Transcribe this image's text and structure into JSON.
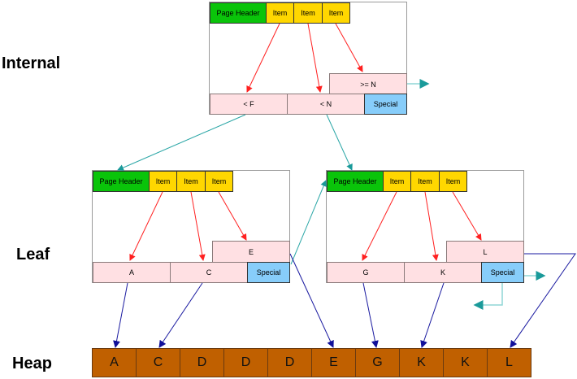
{
  "levels": {
    "internal": "Internal",
    "leaf": "Leaf",
    "heap": "Heap"
  },
  "colors": {
    "header": "#0ac40a",
    "item": "#ffd700",
    "tuple": "#ffe0e3",
    "special": "#87cdfa",
    "heap": "#c06000",
    "item_arrow": "#ff2020",
    "page_arrow": "#2aa6a6",
    "heap_arrow": "#1a1aa0"
  },
  "internal_page": {
    "header": "Page Header",
    "items": [
      "Item",
      "Item",
      "Item"
    ],
    "tuples": [
      "< F",
      "< N",
      ">= N"
    ],
    "special": "Special"
  },
  "leaf_pages": [
    {
      "header": "Page Header",
      "items": [
        "Item",
        "Item",
        "Item"
      ],
      "tuples": [
        "A",
        "C",
        "E"
      ],
      "special": "Special"
    },
    {
      "header": "Page Header",
      "items": [
        "Item",
        "Item",
        "Item"
      ],
      "tuples": [
        "G",
        "K",
        "L"
      ],
      "special": "Special"
    }
  ],
  "heap": [
    "A",
    "C",
    "D",
    "D",
    "D",
    "E",
    "G",
    "K",
    "K",
    "L"
  ]
}
